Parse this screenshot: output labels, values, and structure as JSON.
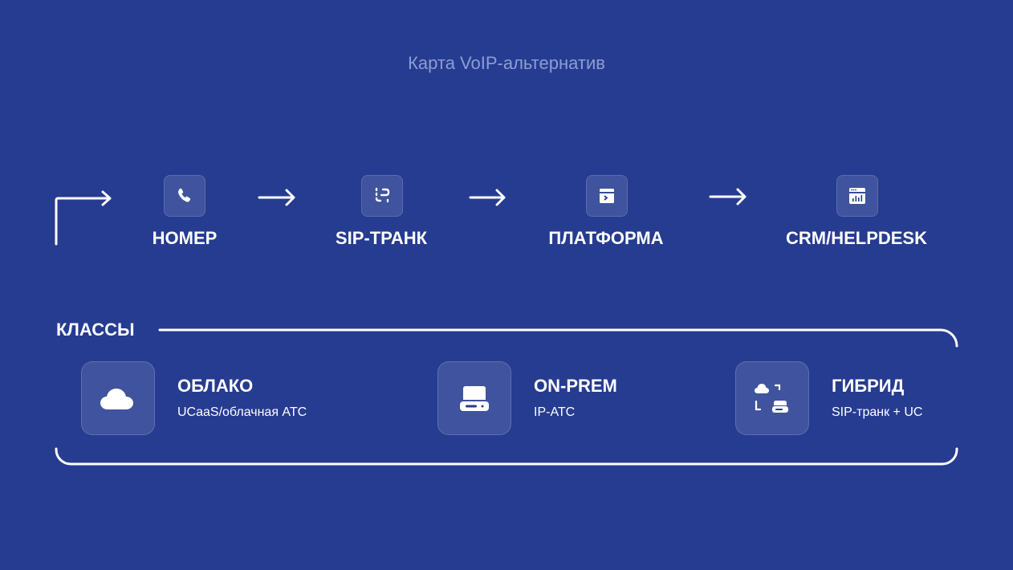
{
  "title": "Карта VoIP-альтернатив",
  "flow": [
    {
      "label": "НОМЕР",
      "icon": "phone-icon"
    },
    {
      "label": "SIP-ТРАНК",
      "icon": "trunk-icon"
    },
    {
      "label": "ПЛАТФОРМА",
      "icon": "terminal-window-icon"
    },
    {
      "label": "CRM/HELPDESK",
      "icon": "dashboard-chart-icon"
    }
  ],
  "classes": {
    "heading": "КЛАССЫ",
    "items": [
      {
        "title": "ОБЛАКО",
        "subtitle": "UCaaS/облачная АТС",
        "icon": "cloud-icon"
      },
      {
        "title": "ON-PREM",
        "subtitle": "IP-АТС",
        "icon": "server-icon"
      },
      {
        "title": "ГИБРИД",
        "subtitle": "SIP-транк + UC",
        "icon": "hybrid-icon"
      }
    ]
  }
}
